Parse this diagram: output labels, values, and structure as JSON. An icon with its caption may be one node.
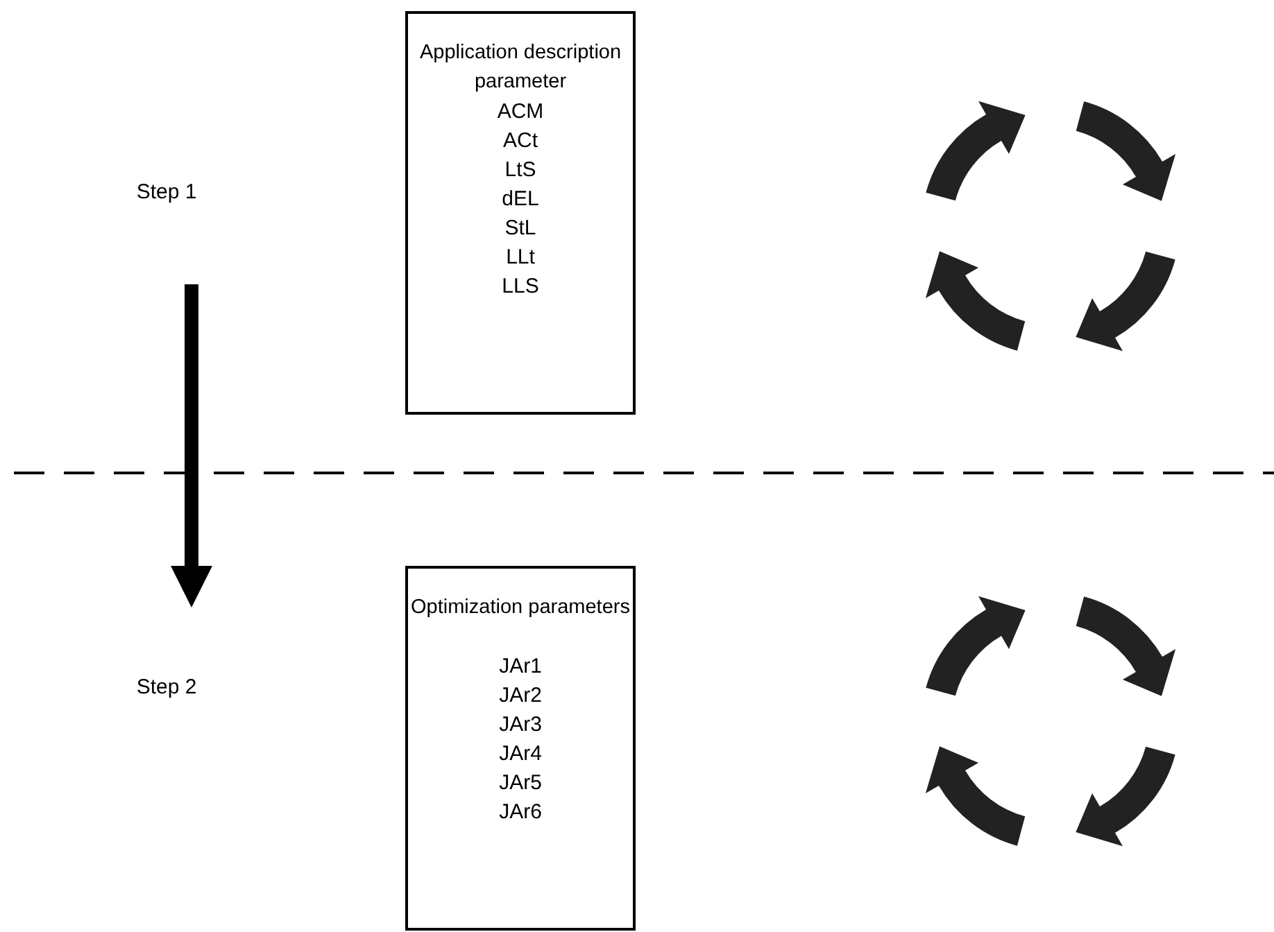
{
  "diagram": {
    "nodes": [
      {
        "text": [
          "Step 1"
        ]
      },
      {
        "text": [
          "Application description parameter",
          "ACM",
          "ACt",
          "LtS",
          "dEL",
          "StL",
          "LLt",
          "LLS"
        ]
      },
      {
        "text": [
          "Step 2"
        ]
      },
      {
        "text": [
          "Optimization parameters",
          "JAr1",
          "JAr2",
          "JAr3",
          "JAr4",
          "JAr5",
          "JAr6"
        ]
      }
    ],
    "edges": [
      {
        "from": 0,
        "to": 2,
        "arrow": "to"
      }
    ]
  }
}
